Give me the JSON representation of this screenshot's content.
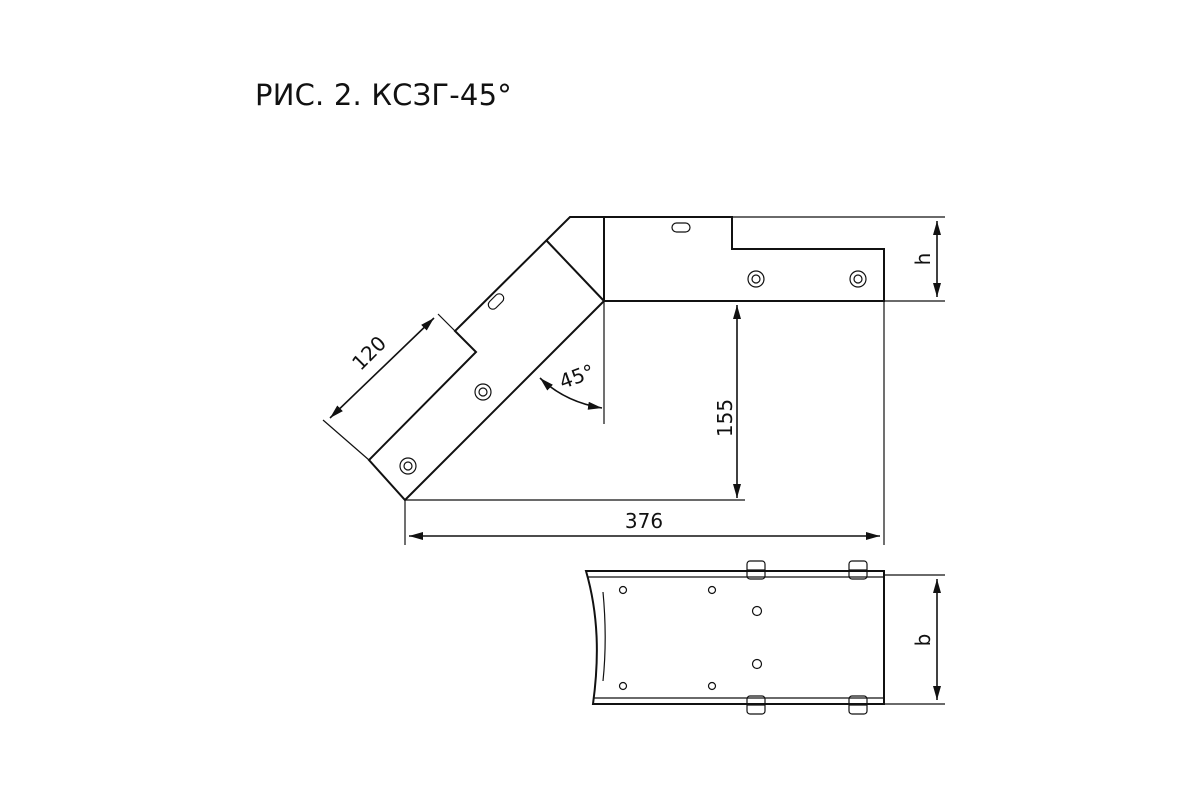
{
  "figure": {
    "title": "РИС. 2. КСЗГ-45°"
  },
  "dimensions": {
    "width_total": "376",
    "height_inner": "155",
    "arm_width": "120",
    "angle": "45°",
    "height_label": "h",
    "width_label": "b"
  }
}
